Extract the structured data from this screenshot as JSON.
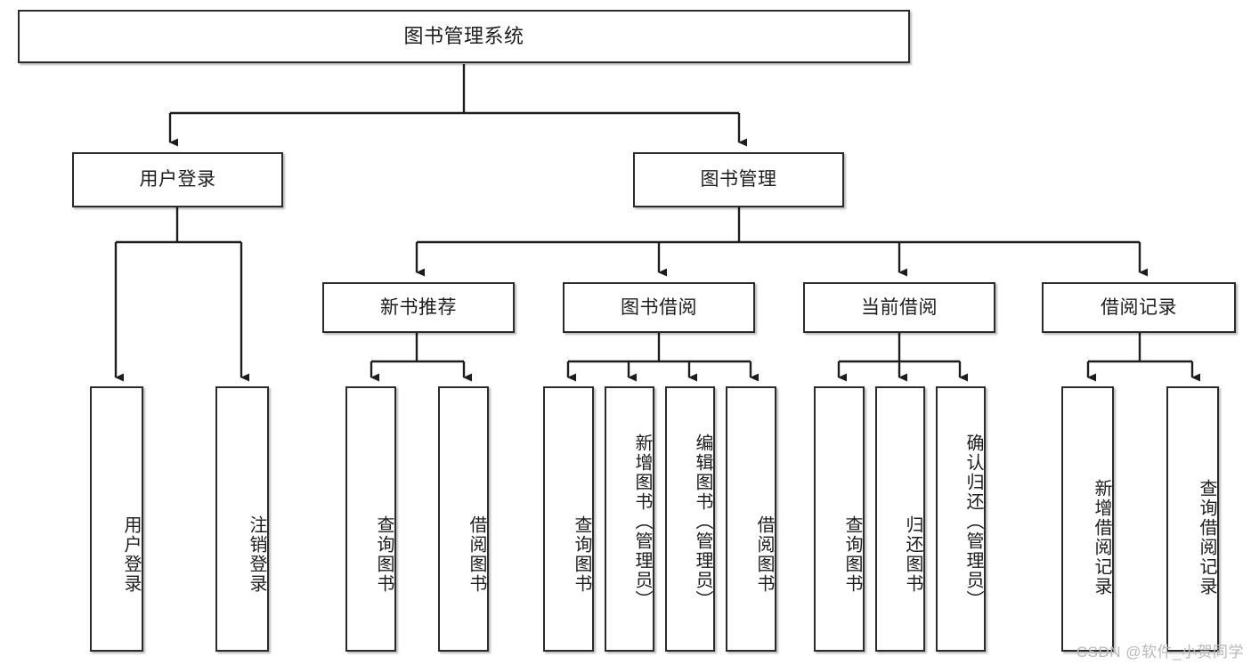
{
  "diagram": {
    "title": "图书管理系统",
    "type": "tree",
    "watermark": "CSDN @软件_小贺同学",
    "colors": {
      "box_border": "#2b2b2b",
      "box_fill": "#ffffff",
      "connector": "#1d1d1d",
      "watermark": "#b9b9b9"
    },
    "levels": {
      "root": {
        "label": "图书管理系统"
      },
      "level2": [
        {
          "id": "user-login",
          "label": "用户登录"
        },
        {
          "id": "book-manage",
          "label": "图书管理"
        }
      ],
      "level3": [
        {
          "id": "new-book-recommend",
          "label": "新书推荐",
          "parent": "book-manage"
        },
        {
          "id": "book-borrow",
          "label": "图书借阅",
          "parent": "book-manage"
        },
        {
          "id": "current-borrow",
          "label": "当前借阅",
          "parent": "book-manage"
        },
        {
          "id": "borrow-record",
          "label": "借阅记录",
          "parent": "book-manage"
        }
      ],
      "leaves": [
        {
          "id": "leaf-user-login",
          "label": "用户登录",
          "parent": "user-login"
        },
        {
          "id": "leaf-logout",
          "label": "注销登录",
          "parent": "user-login"
        },
        {
          "id": "leaf-query-book-1",
          "label": "查询图书",
          "parent": "new-book-recommend"
        },
        {
          "id": "leaf-borrow-book-1",
          "label": "借阅图书",
          "parent": "new-book-recommend"
        },
        {
          "id": "leaf-query-book-2",
          "label": "查询图书",
          "parent": "book-borrow"
        },
        {
          "id": "leaf-add-book",
          "label": "新增图书（管理员）",
          "parent": "book-borrow"
        },
        {
          "id": "leaf-edit-book",
          "label": "编辑图书（管理员）",
          "parent": "book-borrow"
        },
        {
          "id": "leaf-borrow-book-2",
          "label": "借阅图书",
          "parent": "book-borrow"
        },
        {
          "id": "leaf-query-book-3",
          "label": "查询图书",
          "parent": "current-borrow"
        },
        {
          "id": "leaf-return-book",
          "label": "归还图书",
          "parent": "current-borrow"
        },
        {
          "id": "leaf-confirm-return",
          "label": "确认归还（管理员）",
          "parent": "current-borrow"
        },
        {
          "id": "leaf-add-record",
          "label": "新增借阅记录",
          "parent": "borrow-record"
        },
        {
          "id": "leaf-query-record",
          "label": "查询借阅记录",
          "parent": "borrow-record"
        }
      ]
    }
  }
}
